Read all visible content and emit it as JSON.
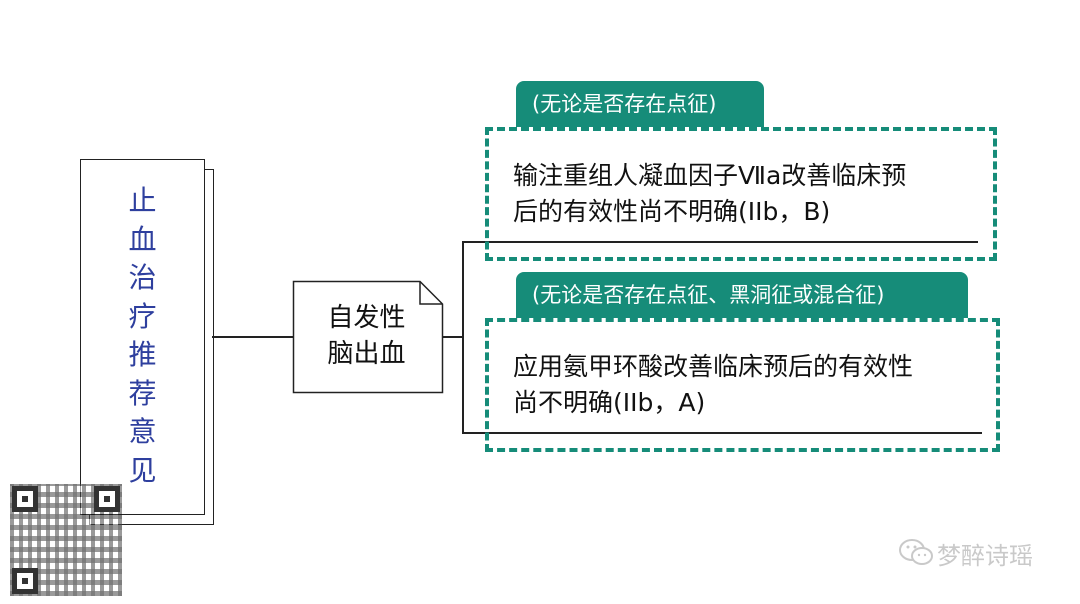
{
  "title": {
    "chars": [
      "止",
      "血",
      "治",
      "疗",
      "推",
      "荐",
      "意",
      "见"
    ]
  },
  "note": {
    "lines": [
      "自发性",
      "脑出血"
    ]
  },
  "recommendations": [
    {
      "tag": "(无论是否存在点征)",
      "lines": [
        "输注重组人凝血因子Ⅶa改善临床预",
        "后的有效性尚不明确(IIb，B)"
      ]
    },
    {
      "tag": "(无论是否存在点征、黑洞征或混合征)",
      "lines": [
        "应用氨甲环酸改善临床预后的有效性",
        "尚不明确(IIb，A)"
      ]
    }
  ],
  "watermark": {
    "icon": "wechat-icon",
    "text": "梦醉诗瑶"
  },
  "colors": {
    "accent": "#168c79",
    "title_text": "#2e3f9e"
  }
}
